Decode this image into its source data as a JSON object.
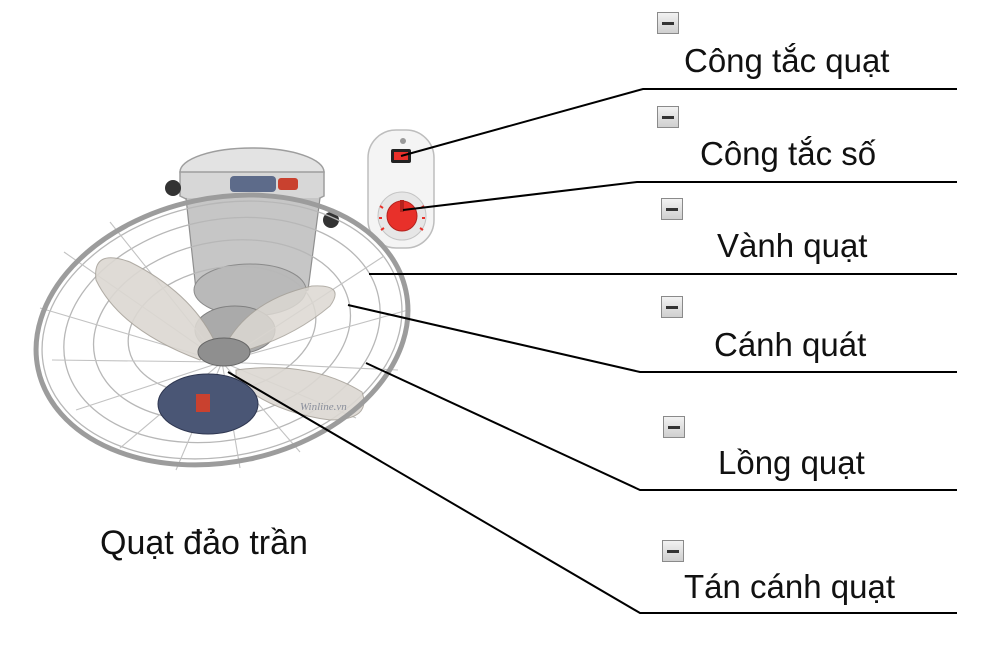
{
  "diagram": {
    "caption": "Quạt đảo trần",
    "parts": [
      {
        "label": "Công tắc quạt"
      },
      {
        "label": "Công tắc số"
      },
      {
        "label": "Vành quạt"
      },
      {
        "label": "Cánh quát"
      },
      {
        "label": "Lồng quạt"
      },
      {
        "label": "Tán cánh quạt"
      }
    ],
    "watermark": "Winline.vn",
    "colors": {
      "switch_red": "#e8302a",
      "line": "#000000",
      "fan_body": "#dcdcdc"
    }
  }
}
